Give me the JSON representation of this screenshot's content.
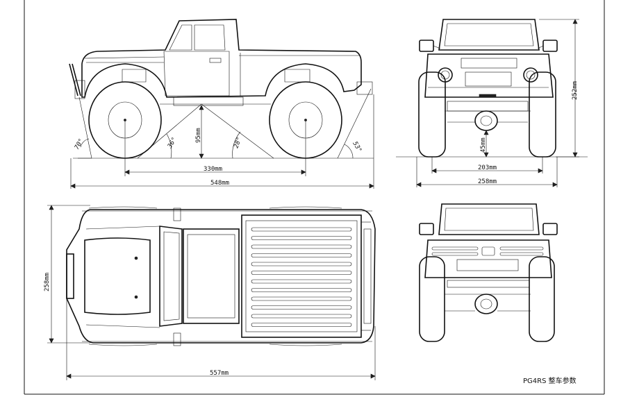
{
  "title": "PG4RS 整车参数",
  "side_view": {
    "wheelbase": "330mm",
    "length": "548mm",
    "ground_clearance": "95mm",
    "angles": [
      "70°",
      "36°",
      "28°",
      "53°"
    ]
  },
  "front_view": {
    "height": "252mm",
    "axle_clearance": "45mm",
    "track": "203mm",
    "width": "258mm"
  },
  "top_view": {
    "width": "258mm",
    "length": "557mm"
  },
  "colors": {
    "line": "#111111",
    "background": "#ffffff"
  }
}
